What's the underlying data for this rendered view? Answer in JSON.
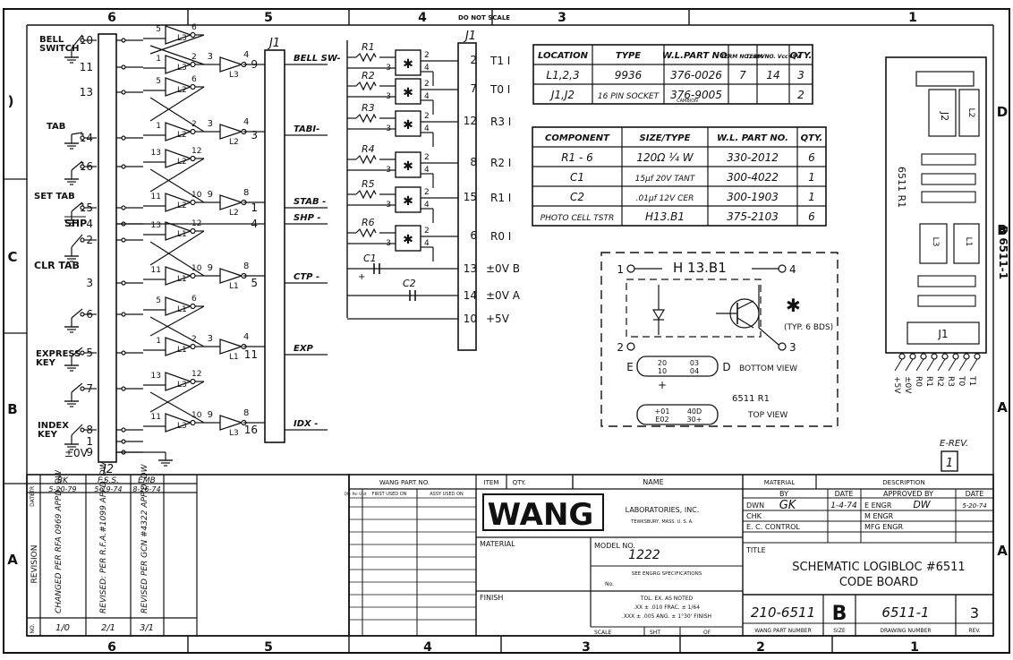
{
  "border": {
    "top_zones": [
      "6",
      "5",
      "4",
      "3",
      "1"
    ],
    "bottom_zones": [
      "6",
      "5",
      "4",
      "3",
      "2",
      "1"
    ],
    "left_zones": [
      "C",
      "B",
      "A"
    ],
    "right_zones": [
      "D",
      "B",
      "A"
    ],
    "do_not_scale": "DO NOT SCALE"
  },
  "left_connector": {
    "label": "J2",
    "pins": [
      {
        "num": "10",
        "label": "BELL\nSWITCH"
      },
      {
        "num": "11",
        "label": ""
      },
      {
        "num": "13",
        "label": ""
      },
      {
        "num": "14",
        "label": "TAB"
      },
      {
        "num": "16",
        "label": ""
      },
      {
        "num": "15",
        "label": "SET TAB"
      },
      {
        "num": "4",
        "label": "SHP"
      },
      {
        "num": "2",
        "label": ""
      },
      {
        "num": "3",
        "label": "CLR TAB"
      },
      {
        "num": "6",
        "label": ""
      },
      {
        "num": "5",
        "label": "EXPRESS\nKEY"
      },
      {
        "num": "7",
        "label": ""
      },
      {
        "num": "8",
        "label": "INDEX\nKEY"
      },
      {
        "num": "1",
        "label": ""
      },
      {
        "num": "9",
        "label": "±0V"
      }
    ]
  },
  "gates": [
    {
      "in": [
        "5"
      ],
      "out": "6",
      "chip": "L3"
    },
    {
      "in": [
        "1"
      ],
      "out": "2",
      "chip": "L3"
    },
    {
      "in": [
        "5"
      ],
      "out": "6",
      "chip": "L2"
    },
    {
      "in": [
        "1"
      ],
      "out": "2",
      "chip": "L2"
    },
    {
      "in": [
        "13"
      ],
      "out": "12",
      "chip": "L2"
    },
    {
      "in": [
        "11"
      ],
      "out": "10",
      "chip": "L2"
    },
    {
      "in": [
        "13"
      ],
      "out": "12",
      "chip": "L1"
    },
    {
      "in": [
        "11"
      ],
      "out": "10",
      "chip": "L1"
    },
    {
      "in": [
        "5"
      ],
      "out": "6",
      "chip": "L1"
    },
    {
      "in": [
        "1"
      ],
      "out": "2",
      "chip": "L1"
    },
    {
      "in": [
        "13"
      ],
      "out": "12",
      "chip": "L3"
    },
    {
      "in": [
        "11"
      ],
      "out": "10",
      "chip": "L3"
    }
  ],
  "inverters": [
    {
      "in": "3",
      "out": "4",
      "chip": "L3"
    },
    {
      "in": "3",
      "out": "4",
      "chip": "L2"
    },
    {
      "in": "9",
      "out": "8",
      "chip": "L2"
    },
    {
      "in": "9",
      "out": "8",
      "chip": "L1"
    },
    {
      "in": "3",
      "out": "4",
      "chip": "L1"
    },
    {
      "in": "9",
      "out": "8",
      "chip": "L3"
    }
  ],
  "j1_left": {
    "label": "J1",
    "pins": [
      {
        "num": "9",
        "signal": "BELL SW-"
      },
      {
        "num": "3",
        "signal": "TABI-"
      },
      {
        "num": "1",
        "signal": "STAB -"
      },
      {
        "num": "4",
        "signal": "SHP -"
      },
      {
        "num": "5",
        "signal": "CTP -"
      },
      {
        "num": "11",
        "signal": "EXP"
      },
      {
        "num": "16",
        "signal": "IDX -"
      }
    ]
  },
  "sensors": [
    {
      "resistor": "R1",
      "pin": "2",
      "signal": "T1 I"
    },
    {
      "resistor": "R2",
      "pin": "7",
      "signal": "T0 I"
    },
    {
      "resistor": "R3",
      "pin": "12",
      "signal": "R3 I"
    },
    {
      "resistor": "R4",
      "pin": "8",
      "signal": "R2 I"
    },
    {
      "resistor": "R5",
      "pin": "15",
      "signal": "R1 I"
    },
    {
      "resistor": "R6",
      "pin": "6",
      "signal": "R0 I"
    }
  ],
  "sensor_pin_nums": {
    "a": "2",
    "b": "3",
    "c": "4"
  },
  "j1_right": {
    "label": "J1",
    "extra": [
      {
        "num": "13",
        "signal": "±0V B"
      },
      {
        "num": "14",
        "signal": "±0V A"
      },
      {
        "num": "10",
        "signal": "+5V"
      }
    ],
    "c1": "C1",
    "c2": "C2",
    "plus": "+"
  },
  "location_table": {
    "headers": [
      "LOCATION",
      "TYPE",
      "W.L.PART NO.",
      "TERM NO. ±0V",
      "TERM NO. Vcc+5V",
      "QTY."
    ],
    "rows": [
      [
        "L1,2,3",
        "9936",
        "376-0026",
        "7",
        "14",
        "3"
      ],
      [
        "J1,J2",
        "16 PIN SOCKET",
        "376-9005",
        "",
        "",
        "2"
      ]
    ],
    "note": "CAMBION"
  },
  "component_table": {
    "headers": [
      "COMPONENT",
      "SIZE/TYPE",
      "W.L. PART NO.",
      "QTY."
    ],
    "rows": [
      [
        "R1 - 6",
        "120Ω ¼ W",
        "330-2012",
        "6"
      ],
      [
        "C1",
        "15µf 20V TANT",
        "300-4022",
        "1"
      ],
      [
        "C2",
        ".01µf 12V CER",
        "300-1903",
        "1"
      ],
      [
        "PHOTO CELL TSTR",
        "H13.B1",
        "375-2103",
        "6"
      ]
    ]
  },
  "photocell": {
    "title": "H 13.B1",
    "pins": [
      "1",
      "4",
      "2",
      "3"
    ],
    "typ_note": "(TYP. 6 BDS)",
    "bottom_view": "BOTTOM VIEW",
    "top_view": "TOP VIEW",
    "ref": "6511 R1",
    "e_label": "E",
    "d_label": "D",
    "bottom_pads": [
      "20",
      "10",
      "03",
      "04"
    ],
    "top_pads": [
      "+01",
      "E02",
      "40D",
      "30+"
    ],
    "plus": "+"
  },
  "board": {
    "ref": "6511 R1",
    "j2": "J2",
    "j1": "J1",
    "l1": "L1",
    "l2": "L2",
    "l3": "L3",
    "edge_labels": [
      "+5V",
      "±0V",
      "R0",
      "R1",
      "R2",
      "R3",
      "T0",
      "T1"
    ],
    "side_label": "B 6511-1",
    "erev_label": "E-REV.",
    "erev_value": "1"
  },
  "revision_block": {
    "header_ltrs": [
      "LTR",
      "BK",
      "F.S.S.",
      "EMB"
    ],
    "dates": [
      "DATE",
      "5-20-79",
      "5-19-74",
      "8-26-74"
    ],
    "revision": "REVISION",
    "entries": [
      "CHANGED PER RFA 0969  APPD: DW",
      "REVISED: PER R.F.A.#1099  APPD: DW",
      "REVISED PER GCN #4322  APP'D: DW"
    ],
    "nos": [
      "NO.",
      "1/0",
      "2/1",
      "3/1"
    ]
  },
  "title_block": {
    "wang_part_no": "WANG PART NO.",
    "item": "ITEM",
    "qty": "QTY.",
    "name": "NAME",
    "material": "MATERIAL",
    "description": "DESCRIPTION",
    "qty_per_unit": "Qty. Per Unit",
    "first_used_on": "FIRST USED ON",
    "assy_used_on": "ASSY USED ON",
    "logo": "WANG",
    "company": "LABORATORIES, INC.",
    "location": "TEWKSBURY, MASS.  U. S. A.",
    "material2": "MATERIAL",
    "model_no_label": "MODEL NO.",
    "model_no": "1222",
    "see_engrg": "SEE ENGRG SPECIFICATIONS",
    "no_label": "No.",
    "finish": "FINISH",
    "tol_1": "TOL. EX. AS NOTED",
    "tol_2": ".XX ± .010  FRAC. ± 1/64",
    "tol_3": ".XXX ± .005  ANG. ± 1°30'  FINISH",
    "scale": "SCALE",
    "sht": "SHT",
    "of": "OF",
    "by": "BY",
    "date": "DATE",
    "approved_by": "APPROVED BY",
    "date2": "DATE",
    "dwn": "DWN",
    "dwn_by": "GK",
    "dwn_date": "1-4-74",
    "e_engr": "E ENGR",
    "e_engr_sig": "DW",
    "e_engr_date": "5-20-74",
    "chk": "CHK",
    "m_engr": "M ENGR",
    "ec_control": "E. C. CONTROL",
    "mfg_engr": "MFG ENGR",
    "title_label": "TITLE",
    "title_1": "SCHEMATIC LOGIBLOC #6511",
    "title_2": "CODE BOARD",
    "part_number": "210-6511",
    "part_number_label": "WANG PART NUMBER",
    "size": "B",
    "size_label": "SIZE",
    "drawing_number": "6511-1",
    "drawing_number_label": "DRAWING NUMBER",
    "rev": "3",
    "rev_label": "REV."
  }
}
